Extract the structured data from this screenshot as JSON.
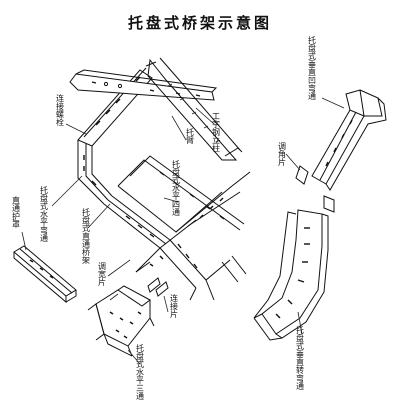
{
  "title": "托盘式桥架示意图",
  "labels": {
    "connecting_bolt": "连接螺栓",
    "straight_guard": "直通护罩",
    "horizontal_bend": "托盘式水平弯通",
    "straight_section": "托盘式直通桥架",
    "adjust_plate": "调宽片",
    "cross": "托盘式水平四通",
    "tee": "托盘式水平三通",
    "connecting_plate": "连接片",
    "bracket_arm": "托臂",
    "i_beam_column": "工字钢立柱",
    "vertical_inside_bend": "托盘式垂直凹弯通",
    "adjust_angle_plate": "调角片",
    "vertical_transition_bend": "托盘式垂直转弯通"
  }
}
